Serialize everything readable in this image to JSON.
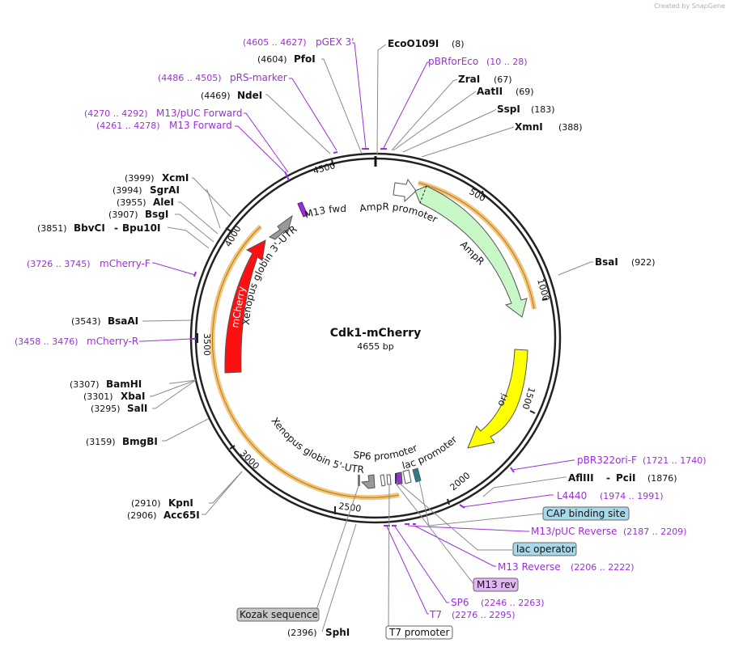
{
  "credit": "Created by SnapGene",
  "title": "Cdk1-mCherry",
  "subtitle": "4655 bp",
  "colors": {
    "backbone": "#222222",
    "enzyme_leader": "#8a8a8a",
    "primer": "#9b30d9",
    "ampr": "#c8f7c8",
    "ori": "#ffff00",
    "mcherry": "#ff1010",
    "utr": "#999999",
    "promoter": "#ffffff",
    "highlight": "#f7c98a",
    "cap_box": "#a7d9ea",
    "m13rev_box": "#e2b6f5",
    "kozak_box": "#c8c8c8"
  },
  "ticks": [
    "500",
    "1000",
    "1500",
    "2000",
    "2500",
    "3000",
    "3500",
    "4000",
    "4500"
  ],
  "enzymes": [
    {
      "name": "EcoO109I",
      "pos": "(8)"
    },
    {
      "name": "ZraI",
      "pos": "(67)"
    },
    {
      "name": "AatII",
      "pos": "(69)"
    },
    {
      "name": "SspI",
      "pos": "(183)"
    },
    {
      "name": "XmnI",
      "pos": "(388)"
    },
    {
      "name": "BsaI",
      "pos": "(922)"
    },
    {
      "name": "AflIII",
      "name2": "PciI",
      "pos": "(1876)"
    },
    {
      "name": "SphI",
      "pos": "(2396)"
    },
    {
      "name": "KpnI",
      "pos": "(2910)"
    },
    {
      "name": "Acc65I",
      "pos": "(2906)"
    },
    {
      "name": "BmgBI",
      "pos": "(3159)"
    },
    {
      "name": "SalI",
      "pos": "(3295)"
    },
    {
      "name": "XbaI",
      "pos": "(3301)"
    },
    {
      "name": "BamHI",
      "pos": "(3307)"
    },
    {
      "name": "BsaAI",
      "pos": "(3543)"
    },
    {
      "name": "BbvCI",
      "name2": "Bpu10I",
      "pos": "(3851)"
    },
    {
      "name": "BsgI",
      "pos": "(3907)"
    },
    {
      "name": "AleI",
      "pos": "(3955)"
    },
    {
      "name": "SgrAI",
      "pos": "(3994)"
    },
    {
      "name": "XcmI",
      "pos": "(3999)"
    },
    {
      "name": "NdeI",
      "pos": "(4469)"
    },
    {
      "name": "PfoI",
      "pos": "(4604)"
    }
  ],
  "primers": [
    {
      "name": "pBRforEco",
      "range": "(10 .. 28)"
    },
    {
      "name": "pGEX 3'",
      "range": "(4605 .. 4627)"
    },
    {
      "name": "pRS-marker",
      "range": "(4486 .. 4505)"
    },
    {
      "name": "M13/pUC Forward",
      "range": "(4270 .. 4292)"
    },
    {
      "name": "M13 Forward",
      "range": "(4261 .. 4278)"
    },
    {
      "name": "mCherry-F",
      "range": "(3726 .. 3745)"
    },
    {
      "name": "mCherry-R",
      "range": "(3458 .. 3476)"
    },
    {
      "name": "pBR322ori-F",
      "range": "(1721 .. 1740)"
    },
    {
      "name": "L4440",
      "range": "(1974 .. 1991)"
    },
    {
      "name": "M13/pUC Reverse",
      "range": "(2187 .. 2209)"
    },
    {
      "name": "M13 Reverse",
      "range": "(2206 .. 2222)"
    },
    {
      "name": "SP6",
      "range": "(2246 .. 2263)"
    },
    {
      "name": "T7",
      "range": "(2276 .. 2295)"
    }
  ],
  "boxed_features": {
    "cap": "CAP binding site",
    "lac_operator": "lac operator",
    "m13_rev": "M13 rev",
    "kozak": "Kozak sequence",
    "t7_promoter": "T7 promoter"
  },
  "features": {
    "ampr_promoter": "AmpR promoter",
    "ampr": "AmpR",
    "ori": "ori",
    "mcherry": "mCherry",
    "utr3": "Xenopus globin 3'-UTR",
    "m13fwd": "M13 fwd",
    "utr5": "Xenopus globin 5'-UTR",
    "sp6_promoter": "SP6 promoter",
    "lac_promoter": "lac promoter"
  }
}
